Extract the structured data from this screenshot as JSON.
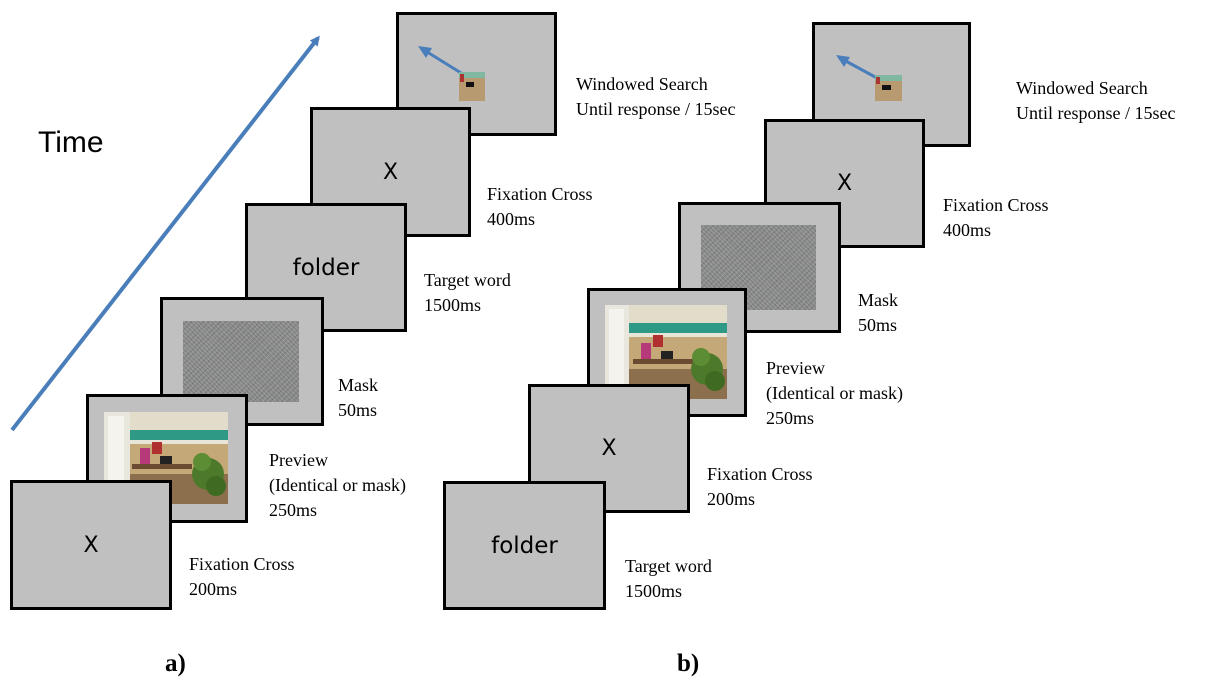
{
  "time_label": "Time",
  "panel_a": {
    "letter": "a)",
    "frames": [
      {
        "id": "fixation1",
        "content": "X",
        "label_lines": [
          "Fixation Cross",
          "200ms"
        ]
      },
      {
        "id": "preview",
        "content": "",
        "label_lines": [
          "Preview",
          "(Identical or mask)",
          "250ms"
        ]
      },
      {
        "id": "mask",
        "content": "",
        "label_lines": [
          "Mask",
          "50ms"
        ]
      },
      {
        "id": "target",
        "content": "folder",
        "label_lines": [
          "Target word",
          "1500ms"
        ]
      },
      {
        "id": "fixation2",
        "content": "X",
        "label_lines": [
          "Fixation Cross",
          "400ms"
        ]
      },
      {
        "id": "search",
        "content": "",
        "label_lines": [
          "Windowed Search",
          "Until response / 15sec"
        ]
      }
    ]
  },
  "panel_b": {
    "letter": "b)",
    "frames": [
      {
        "id": "target",
        "content": "folder",
        "label_lines": [
          "Target word",
          "1500ms"
        ]
      },
      {
        "id": "fixation1",
        "content": "X",
        "label_lines": [
          "Fixation Cross",
          "200ms"
        ]
      },
      {
        "id": "preview",
        "content": "",
        "label_lines": [
          "Preview",
          "(Identical or mask)",
          "250ms"
        ]
      },
      {
        "id": "mask",
        "content": "",
        "label_lines": [
          "Mask",
          "50ms"
        ]
      },
      {
        "id": "fixation2",
        "content": "X",
        "label_lines": [
          "Fixation Cross",
          "400ms"
        ]
      },
      {
        "id": "search",
        "content": "",
        "label_lines": [
          "Windowed Search",
          "Until response / 15sec"
        ]
      }
    ]
  },
  "colors": {
    "frame_fill": "#c0c0c0",
    "frame_border": "#000000",
    "arrow": "#4a7ebb"
  }
}
